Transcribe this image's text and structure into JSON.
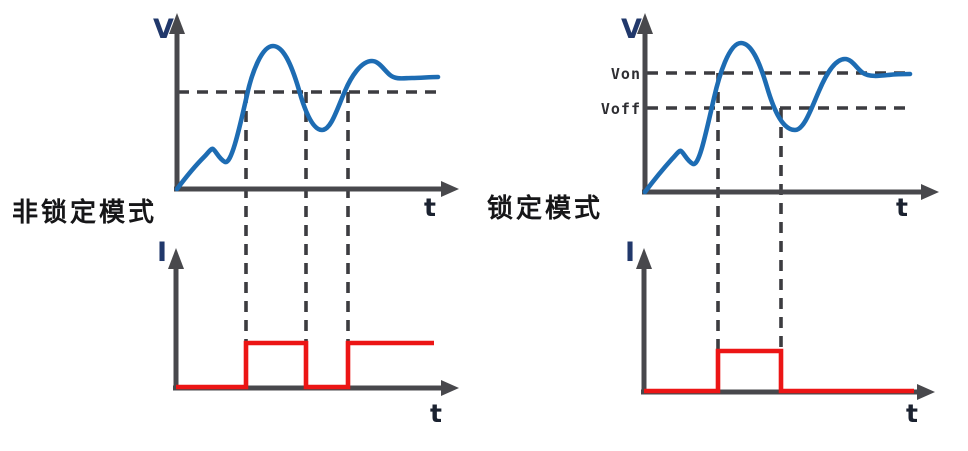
{
  "colors": {
    "curve_blue": "#1d6cb3",
    "pulse_red": "#ec1515",
    "axis_gray": "#48484c",
    "dash_gray": "#3c3c40",
    "axis_letter_blue": "#21386b",
    "t_letter_dark": "#1b2230",
    "threshold_label_dark": "#2e2e32",
    "mode_label_dark": "#161618",
    "background": "#ffffff"
  },
  "left_panel": {
    "mode_label": "非锁定模式",
    "voltage_plot": {
      "y_axis_label": "V",
      "x_axis_label": "t",
      "threshold_line_style": "dashed",
      "curve_threshold_crossings_t_frac": [
        0.25,
        0.46,
        0.61
      ]
    },
    "current_plot": {
      "y_axis_label": "I",
      "x_axis_label": "t",
      "pulses_t_frac": [
        [
          0.25,
          0.46
        ],
        [
          0.61,
          0.92
        ]
      ]
    }
  },
  "right_panel": {
    "mode_label": "锁定模式",
    "voltage_plot": {
      "y_axis_label": "V",
      "x_axis_label": "t",
      "threshold_on_label": "Von",
      "threshold_off_label": "Voff",
      "turn_on_crossing_t_frac": 0.25,
      "turn_off_crossing_t_frac": 0.47
    },
    "current_plot": {
      "y_axis_label": "I",
      "x_axis_label": "t",
      "pulses_t_frac": [
        [
          0.25,
          0.47
        ]
      ]
    }
  }
}
